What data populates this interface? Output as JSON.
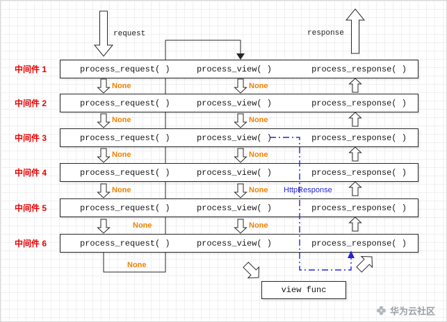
{
  "diagram": {
    "flow": {
      "request": "request",
      "response": "response"
    },
    "rows": [
      {
        "label": "中间件 1",
        "request": "process_request( )",
        "view": "process_view( )",
        "response": "process_response( )"
      },
      {
        "label": "中间件 2",
        "request": "process_request( )",
        "view": "process_view( )",
        "response": "process_response( )"
      },
      {
        "label": "中间件 3",
        "request": "process_request( )",
        "view": "process_view( )",
        "response": "process_response( )"
      },
      {
        "label": "中间件 4",
        "request": "process_request( )",
        "view": "process_view( )",
        "response": "process_response( )"
      },
      {
        "label": "中间件 5",
        "request": "process_request( )",
        "view": "process_view( )",
        "response": "process_response( )"
      },
      {
        "label": "中间件 6",
        "request": "process_request( )",
        "view": "process_view( )",
        "response": "process_response( )"
      }
    ],
    "none_label": "None",
    "http_response_label": "HttpResponse",
    "view_func": "view func",
    "watermark": "华为云社区",
    "colors": {
      "middleware_label": "#e60000",
      "none": "#f08200",
      "http_response_line": "#2424d9",
      "flow_line": "#262626"
    }
  }
}
